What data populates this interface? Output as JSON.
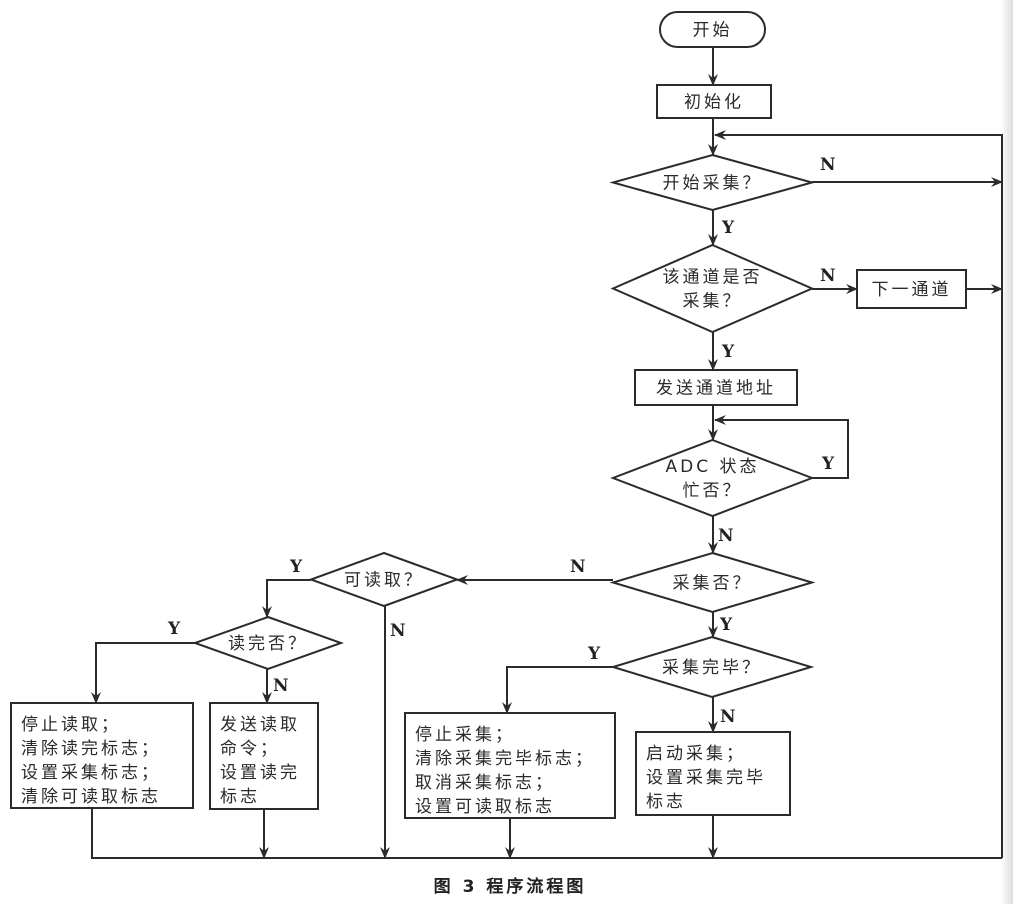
{
  "diagram": {
    "type": "flowchart",
    "caption": "图 3 程序流程图",
    "nodes": [
      {
        "id": "start",
        "shape": "terminator",
        "lines": [
          "开始"
        ]
      },
      {
        "id": "init",
        "shape": "process",
        "lines": [
          "初始化"
        ]
      },
      {
        "id": "start_collect",
        "shape": "decision",
        "lines": [
          "开始采集？"
        ]
      },
      {
        "id": "channel_collect",
        "shape": "decision",
        "lines": [
          "该通道是否",
          "采集？"
        ]
      },
      {
        "id": "next_channel",
        "shape": "process",
        "lines": [
          "下一通道"
        ]
      },
      {
        "id": "send_address",
        "shape": "process",
        "lines": [
          "发送通道地址"
        ]
      },
      {
        "id": "adc_busy",
        "shape": "decision",
        "lines": [
          "ADC 状态",
          "忙否？"
        ]
      },
      {
        "id": "collect_q",
        "shape": "decision",
        "lines": [
          "采集否？"
        ]
      },
      {
        "id": "readable_q",
        "shape": "decision",
        "lines": [
          "可读取？"
        ]
      },
      {
        "id": "read_done_q",
        "shape": "decision",
        "lines": [
          "读完否？"
        ]
      },
      {
        "id": "collect_done_q",
        "shape": "decision",
        "lines": [
          "采集完毕？"
        ]
      },
      {
        "id": "stop_read",
        "shape": "process",
        "lines": [
          "停止读取；",
          "清除读完标志；",
          "设置采集标志；",
          "清除可读取标志"
        ]
      },
      {
        "id": "send_read",
        "shape": "process",
        "lines": [
          "发送读取",
          "命令；",
          "设置读完",
          "标志"
        ]
      },
      {
        "id": "stop_collect",
        "shape": "process",
        "lines": [
          "停止采集；",
          "清除采集完毕标志；",
          "取消采集标志；",
          "设置可读取标志"
        ]
      },
      {
        "id": "start_acq",
        "shape": "process",
        "lines": [
          "启动采集；",
          "设置采集完毕",
          "标志"
        ]
      }
    ],
    "edges": [
      {
        "from": "start",
        "to": "init",
        "label": ""
      },
      {
        "from": "init",
        "to": "start_collect",
        "label": ""
      },
      {
        "from": "start_collect",
        "to": "channel_collect",
        "label": "Y"
      },
      {
        "from": "start_collect",
        "to": "loop_rail",
        "label": "N"
      },
      {
        "from": "channel_collect",
        "to": "send_address",
        "label": "Y"
      },
      {
        "from": "channel_collect",
        "to": "next_channel",
        "label": "N"
      },
      {
        "from": "next_channel",
        "to": "loop_rail",
        "label": ""
      },
      {
        "from": "send_address",
        "to": "adc_busy",
        "label": ""
      },
      {
        "from": "adc_busy",
        "to": "adc_busy",
        "label": "Y"
      },
      {
        "from": "adc_busy",
        "to": "collect_q",
        "label": "N"
      },
      {
        "from": "collect_q",
        "to": "collect_done_q",
        "label": "Y"
      },
      {
        "from": "collect_q",
        "to": "readable_q",
        "label": "N"
      },
      {
        "from": "readable_q",
        "to": "read_done_q",
        "label": "Y"
      },
      {
        "from": "readable_q",
        "to": "bottom_bus",
        "label": "N"
      },
      {
        "from": "read_done_q",
        "to": "stop_read",
        "label": "Y"
      },
      {
        "from": "read_done_q",
        "to": "send_read",
        "label": "N"
      },
      {
        "from": "collect_done_q",
        "to": "stop_collect",
        "label": "Y"
      },
      {
        "from": "collect_done_q",
        "to": "start_acq",
        "label": "N"
      },
      {
        "from": "stop_read",
        "to": "bottom_bus",
        "label": ""
      },
      {
        "from": "send_read",
        "to": "bottom_bus",
        "label": ""
      },
      {
        "from": "stop_collect",
        "to": "bottom_bus",
        "label": ""
      },
      {
        "from": "start_acq",
        "to": "bottom_bus",
        "label": ""
      },
      {
        "from": "bottom_bus",
        "to": "start_collect",
        "label": ""
      }
    ]
  }
}
